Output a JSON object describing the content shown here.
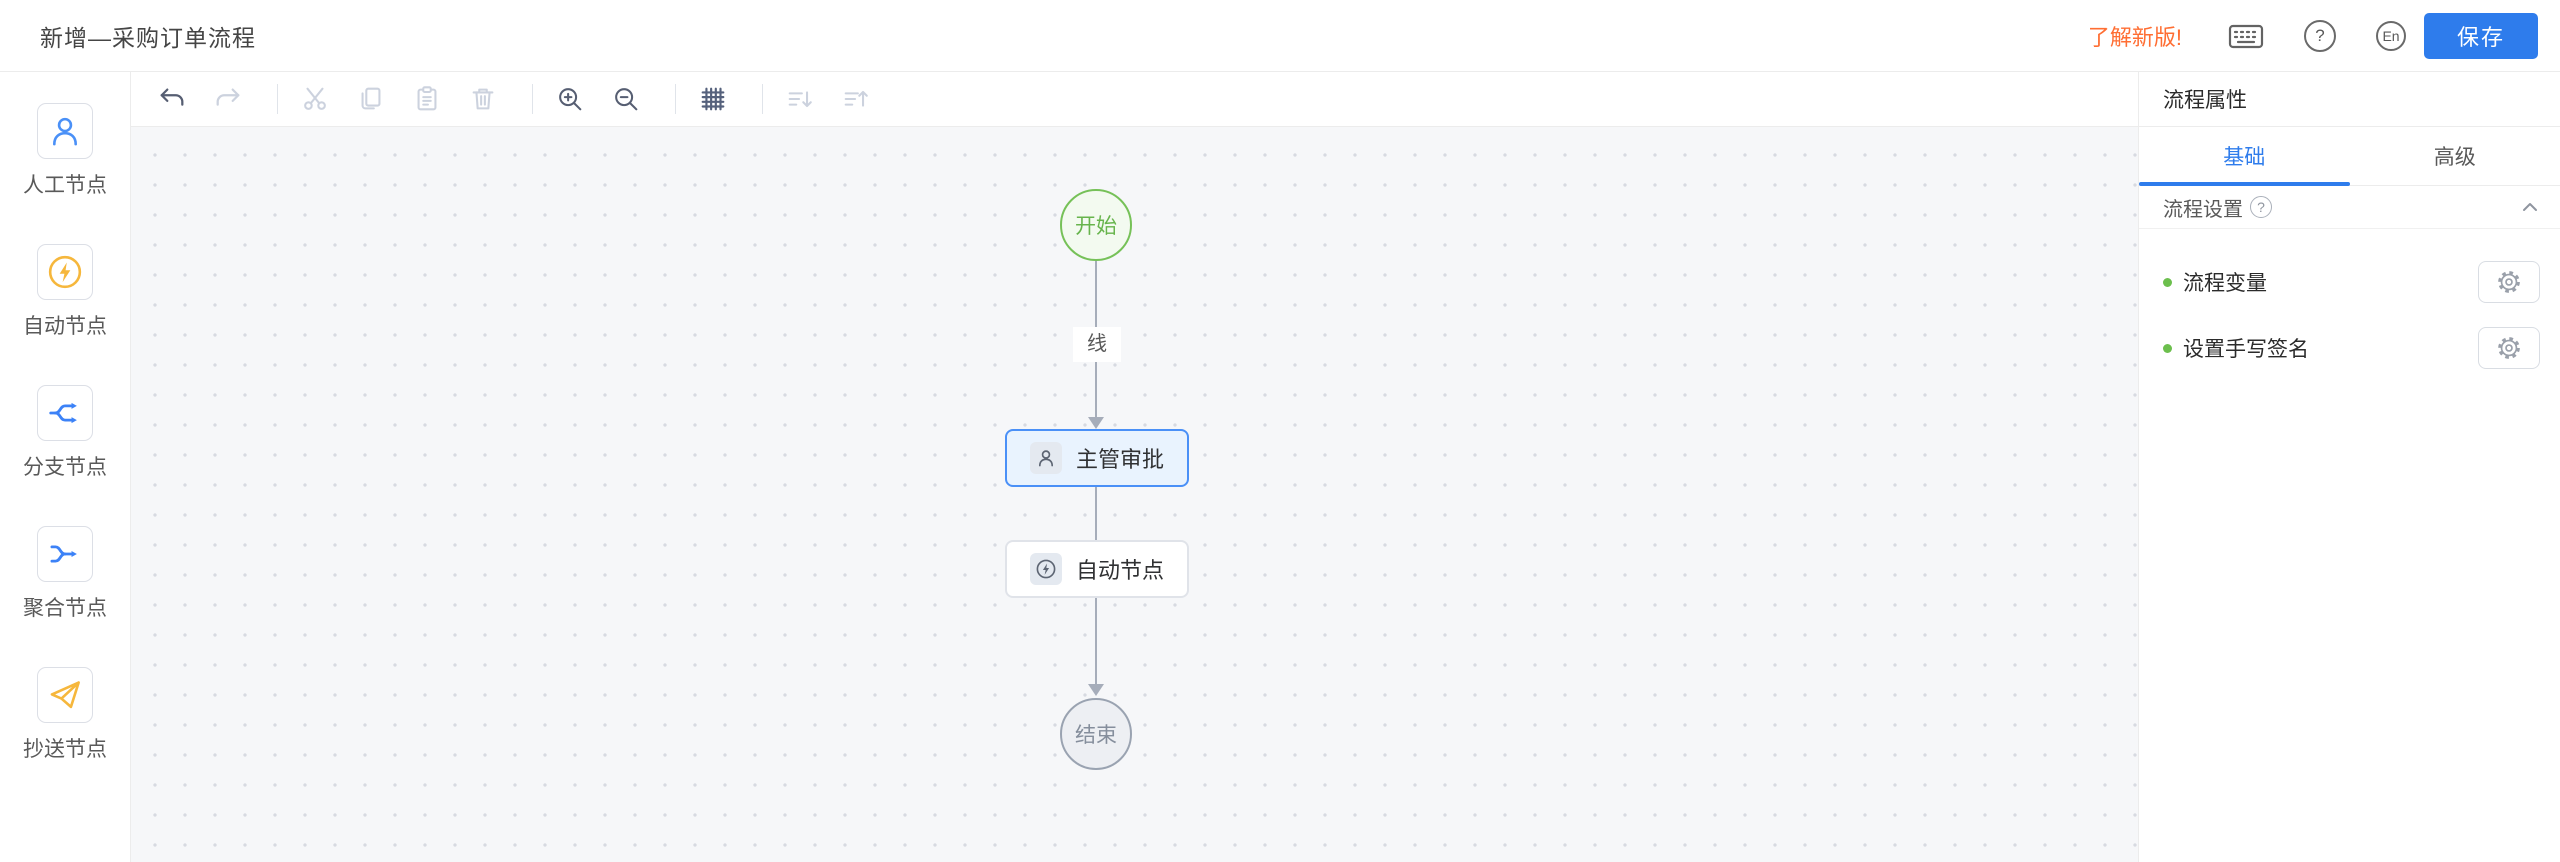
{
  "colors": {
    "accent_blue": "#2e7cec",
    "link_orange": "#ff6e33",
    "start_green": "#76c158",
    "selected_node_border": "#4a90f7",
    "selected_node_bg": "#e9f3fe",
    "edge_gray": "#a6adba",
    "bullet_green": "#6cbf4d",
    "canvas_bg": "#f6f7f9"
  },
  "header": {
    "title": "新增—采购订单流程",
    "learn_link": "了解新版!",
    "help_glyph": "?",
    "lang_badge": "En",
    "save_label": "保存"
  },
  "palette": {
    "items": [
      {
        "label": "人工节点",
        "icon": "person-icon"
      },
      {
        "label": "自动节点",
        "icon": "lightning-circle-icon"
      },
      {
        "label": "分支节点",
        "icon": "branch-icon"
      },
      {
        "label": "聚合节点",
        "icon": "merge-icon"
      },
      {
        "label": "抄送节点",
        "icon": "paper-plane-icon"
      }
    ]
  },
  "toolbar": {
    "icons": [
      {
        "name": "undo-icon",
        "enabled": true
      },
      {
        "name": "redo-icon",
        "enabled": false
      },
      {
        "name": "cut-icon",
        "enabled": false
      },
      {
        "name": "copy-icon",
        "enabled": false
      },
      {
        "name": "paste-icon",
        "enabled": false
      },
      {
        "name": "delete-icon",
        "enabled": false
      },
      {
        "name": "zoom-in-icon",
        "enabled": true
      },
      {
        "name": "zoom-out-icon",
        "enabled": true
      },
      {
        "name": "grid-icon",
        "enabled": true
      },
      {
        "name": "sort-down-icon",
        "enabled": false
      },
      {
        "name": "sort-up-icon",
        "enabled": false
      }
    ]
  },
  "canvas": {
    "edge_label": "线",
    "nodes": [
      {
        "id": "start",
        "label": "开始",
        "type": "circle"
      },
      {
        "id": "approval",
        "label": "主管审批",
        "type": "card",
        "selected": true
      },
      {
        "id": "auto",
        "label": "自动节点",
        "type": "card",
        "selected": false
      },
      {
        "id": "end",
        "label": "结束",
        "type": "circle"
      }
    ]
  },
  "panel": {
    "title": "流程属性",
    "tabs": [
      {
        "label": "基础",
        "active": true
      },
      {
        "label": "高级",
        "active": false
      }
    ],
    "section_title": "流程设置",
    "section_help_glyph": "?",
    "items": [
      {
        "label": "流程变量"
      },
      {
        "label": "设置手写签名"
      }
    ]
  }
}
